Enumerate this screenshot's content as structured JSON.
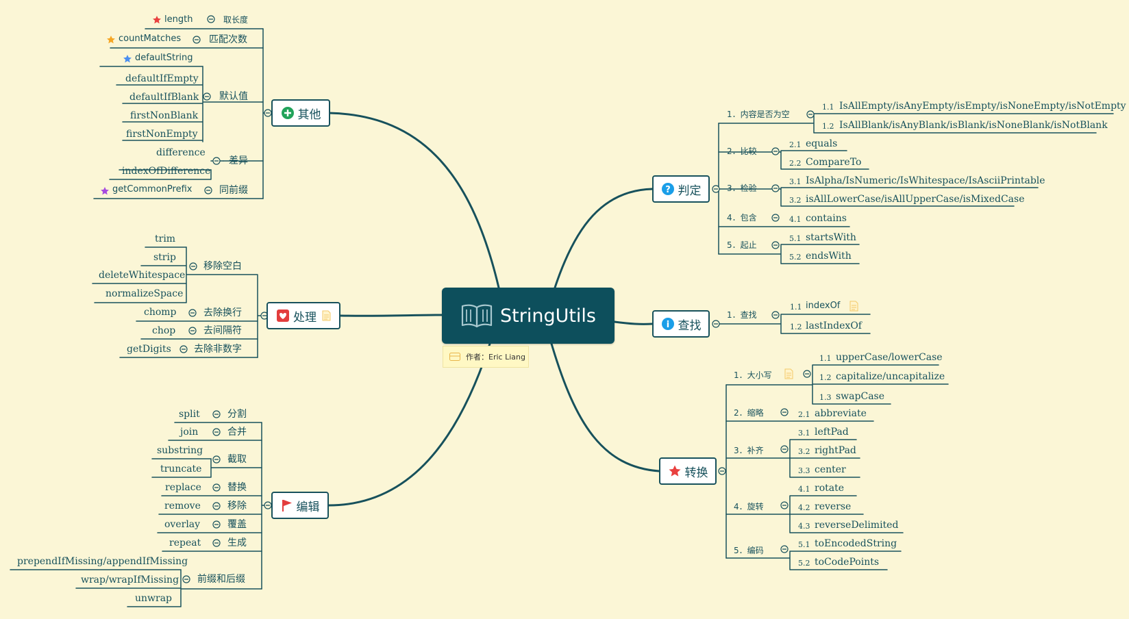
{
  "center": {
    "title": "StringUtils",
    "author_label": "作者：Eric Liang"
  },
  "other": {
    "title": "其他",
    "items": {
      "length": "length",
      "qu_chang_du": "取长度",
      "count_matches": "countMatches",
      "pi_pei_ci_shu": "匹配次数",
      "default_string": "defaultString",
      "default_if_empty": "defaultIfEmpty",
      "default_if_blank": "defaultIfBlank",
      "first_non_blank": "firstNonBlank",
      "first_non_empty": "firstNonEmpty",
      "mo_ren_zhi": "默认值",
      "difference": "difference",
      "index_of_difference": "indexOfDifference",
      "cha_yi": "差异",
      "get_common_prefix": "getCommonPrefix",
      "tong_qian_zhui": "同前缀"
    }
  },
  "process": {
    "title": "处理",
    "items": {
      "trim": "trim",
      "strip": "strip",
      "delete_whitespace": "deleteWhitespace",
      "normalize_space": "normalizeSpace",
      "yi_chu_kong_bai": "移除空白",
      "chomp": "chomp",
      "qu_chu_huan_hang": "去除换行",
      "chop": "chop",
      "qu_jian_ge_fu": "去间隔符",
      "get_digits": "getDigits",
      "qu_chu_fei_shu_zi": "去除非数字"
    }
  },
  "edit": {
    "title": "编辑",
    "items": {
      "split": "split",
      "fen_ge": "分割",
      "join": "join",
      "he_bing": "合并",
      "substring": "substring",
      "truncate": "truncate",
      "jie_qu": "截取",
      "replace": "replace",
      "ti_huan": "替换",
      "remove": "remove",
      "yi_chu": "移除",
      "overlay": "overlay",
      "fu_gai": "覆盖",
      "repeat": "repeat",
      "sheng_cheng": "生成",
      "prepend_append": "prependIfMissing/appendIfMissing",
      "wrap": "wrap/wrapIfMissing",
      "unwrap": "unwrap",
      "qian_zhui_hou_zhui": "前缀和后缀"
    }
  },
  "judge": {
    "title": "判定",
    "items": {
      "g1": "1．内容是否为空",
      "g1_1_num": "1.1",
      "g1_1": "IsAllEmpty/isAnyEmpty/isEmpty/isNoneEmpty/isNotEmpty",
      "g1_2_num": "1.2",
      "g1_2": "IsAllBlank/isAnyBlank/isBlank/isNoneBlank/isNotBlank",
      "g2": "2．比较",
      "g2_1_num": "2.1",
      "g2_1": "equals",
      "g2_2_num": "2.2",
      "g2_2": "CompareTo",
      "g3": "3．检验",
      "g3_1_num": "3.1",
      "g3_1": "IsAlpha/IsNumeric/IsWhitespace/IsAsciiPrintable",
      "g3_2_num": "3.2",
      "g3_2": "isAllLowerCase/isAllUpperCase/isMixedCase",
      "g4": "4．包含",
      "g4_1_num": "4.1",
      "g4_1": "contains",
      "g5": "5．起止",
      "g5_1_num": "5.1",
      "g5_1": "startsWith",
      "g5_2_num": "5.2",
      "g5_2": "endsWith"
    }
  },
  "find": {
    "title": "查找",
    "items": {
      "g1": "1．查找",
      "g1_1_num": "1.1",
      "g1_1": "indexOf",
      "g1_2_num": "1.2",
      "g1_2": "lastIndexOf"
    }
  },
  "convert": {
    "title": "转换",
    "items": {
      "g1": "1．大小写",
      "g1_1_num": "1.1",
      "g1_1": "upperCase/lowerCase",
      "g1_2_num": "1.2",
      "g1_2": "capitalize/uncapitalize",
      "g1_3_num": "1.3",
      "g1_3": "swapCase",
      "g2": "2．缩略",
      "g2_1_num": "2.1",
      "g2_1": "abbreviate",
      "g3": "3．补齐",
      "g3_1_num": "3.1",
      "g3_1": "leftPad",
      "g3_2_num": "3.2",
      "g3_2": "rightPad",
      "g3_3_num": "3.3",
      "g3_3": "center",
      "g4": "4．旋转",
      "g4_1_num": "4.1",
      "g4_1": "rotate",
      "g4_2_num": "4.2",
      "g4_2": "reverse",
      "g4_3_num": "4.3",
      "g4_3": "reverseDelimited",
      "g5": "5．编码",
      "g5_1_num": "5.1",
      "g5_1": "toEncodedString",
      "g5_2_num": "5.2",
      "g5_2": "toCodePoints"
    }
  },
  "colors": {
    "background": "#fbf6d6",
    "center_fill": "#0d4f5c",
    "line": "#17515c",
    "star_red": "#e9403f",
    "star_orange": "#f5a623",
    "star_blue": "#4a8ef0",
    "star_purple": "#a64be0",
    "note": "#f3c968"
  }
}
